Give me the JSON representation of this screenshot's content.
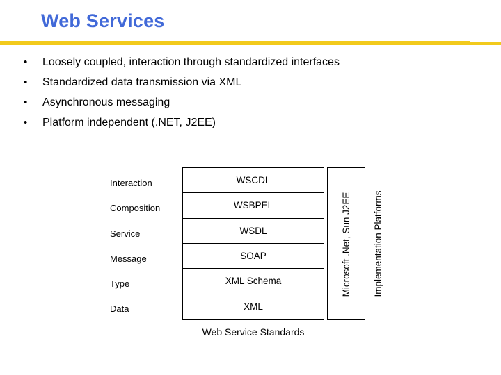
{
  "slide": {
    "title": "Web Services",
    "title_color": "#4169d8",
    "rule_color": "#f2ca1c",
    "background": "#ffffff"
  },
  "bullets": {
    "marker": "•",
    "items": [
      "Loosely coupled, interaction through standardized interfaces",
      "Standardized data transmission via XML",
      "Asynchronous messaging",
      "Platform independent (.NET, J2EE)"
    ]
  },
  "diagram": {
    "caption": "Web Service Standards",
    "platform_box_label": "Microsoft .Net, Sun J2EE",
    "platform_outer_label": "Implementation Platforms",
    "rows": [
      {
        "layer": "Interaction",
        "standard": "WSCDL"
      },
      {
        "layer": "Composition",
        "standard": "WSBPEL"
      },
      {
        "layer": "Service",
        "standard": "WSDL"
      },
      {
        "layer": "Message",
        "standard": "SOAP"
      },
      {
        "layer": "Type",
        "standard": "XML Schema"
      },
      {
        "layer": "Data",
        "standard": "XML"
      }
    ]
  }
}
